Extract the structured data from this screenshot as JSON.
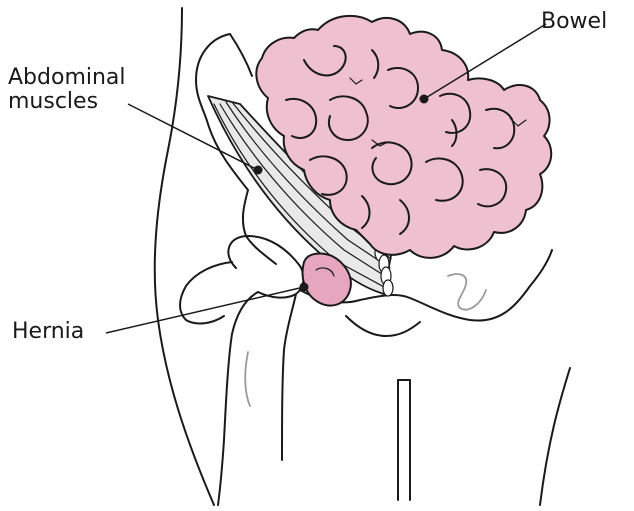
{
  "labels": {
    "bowel": "Bowel",
    "abdominal_line1": "Abdominal",
    "abdominal_line2": "muscles",
    "hernia": "Hernia"
  },
  "colors": {
    "bowel_fill": "#efc1d0",
    "hernia_fill": "#e6a6be",
    "muscle_fill": "#e9e9e9",
    "outline": "#1a1a1a"
  }
}
